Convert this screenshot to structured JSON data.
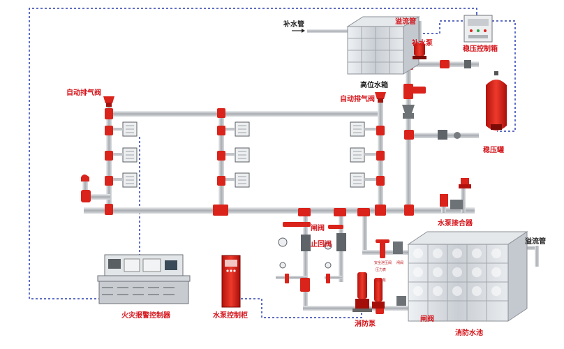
{
  "labels": {
    "makeup_pipe": "补水管",
    "overflow_pipe_top": "溢流管",
    "makeup_pump": "补水泵",
    "pressure_control_box": "稳压控制箱",
    "high_tank": "高位水箱",
    "auto_vent_left": "自动排气阀",
    "auto_vent_right": "自动排气阀",
    "pressure_tank": "稳压罐",
    "pump_adapter": "水泵接合器",
    "gate_valve": "闸阀",
    "check_valve": "止回阀",
    "overflow_pipe_right": "溢流管",
    "fire_alarm_controller": "火灾报警控制器",
    "pump_control_cabinet": "水泵控制柜",
    "fire_pump": "消防泵",
    "gate_valve_bottom": "闸阀",
    "fire_pool": "消防水池",
    "safety_relief_valve": "安全泄压阀",
    "gate_valve_small": "闸阀",
    "pressure_gauge_small": "压力表",
    "pump_small": "消防泵"
  },
  "colors": {
    "pipe_red": "#d9231b",
    "pipe_gray": "#b9bcc0",
    "label_red": "#d4161c",
    "signal_blue": "#2b3fb0",
    "tank_steel": "#d7dbe0"
  }
}
